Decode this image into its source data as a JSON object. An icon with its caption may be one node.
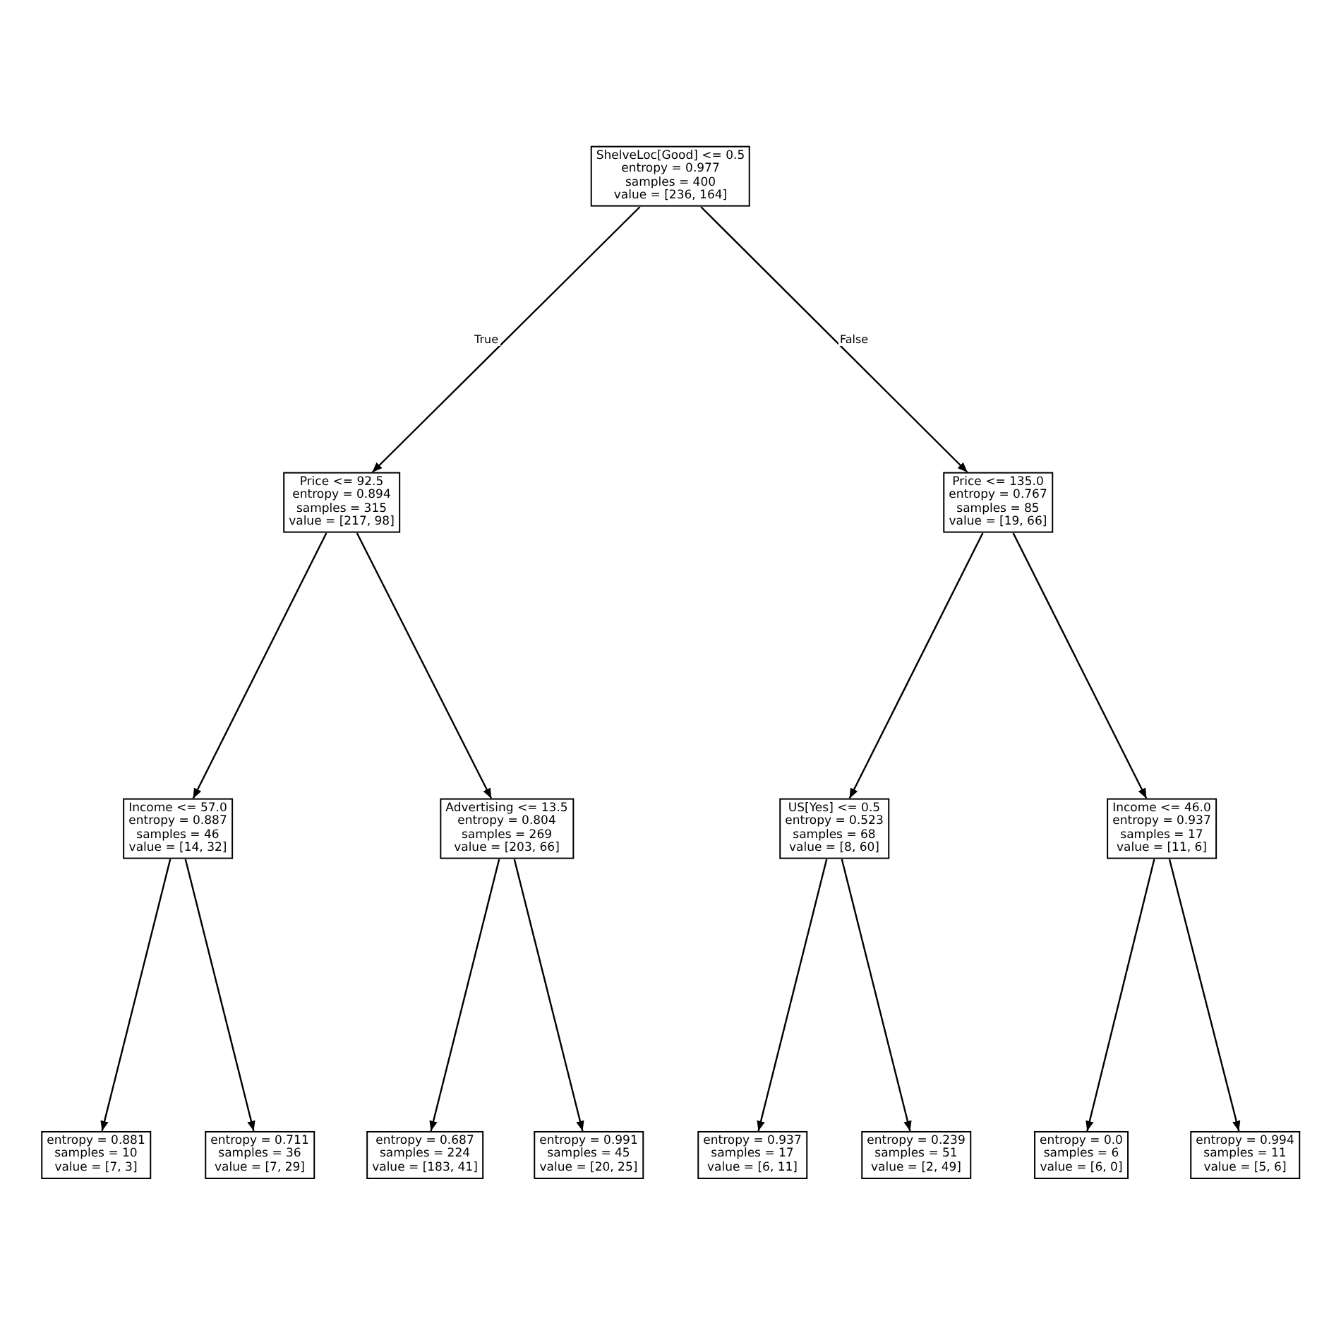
{
  "diagram": {
    "nodes": [
      {
        "text": [
          "ShelveLoc[Good] <= 0.5",
          "entropy = 0.977",
          "samples = 400",
          "value = [236, 164]"
        ]
      },
      {
        "text": [
          "Price <= 92.5",
          "entropy = 0.894",
          "samples = 315",
          "value = [217, 98]"
        ]
      },
      {
        "text": [
          "Price <= 135.0",
          "entropy = 0.767",
          "samples = 85",
          "value = [19, 66]"
        ]
      },
      {
        "text": [
          "Income <= 57.0",
          "entropy = 0.887",
          "samples = 46",
          "value = [14, 32]"
        ]
      },
      {
        "text": [
          "Advertising <= 13.5",
          "entropy = 0.804",
          "samples = 269",
          "value = [203, 66]"
        ]
      },
      {
        "text": [
          "US[Yes] <= 0.5",
          "entropy = 0.523",
          "samples = 68",
          "value = [8, 60]"
        ]
      },
      {
        "text": [
          "Income <= 46.0",
          "entropy = 0.937",
          "samples = 17",
          "value = [11, 6]"
        ]
      },
      {
        "text": [
          "entropy = 0.881",
          "samples = 10",
          "value = [7, 3]"
        ]
      },
      {
        "text": [
          "entropy = 0.711",
          "samples = 36",
          "value = [7, 29]"
        ]
      },
      {
        "text": [
          "entropy = 0.687",
          "samples = 224",
          "value = [183, 41]"
        ]
      },
      {
        "text": [
          "entropy = 0.991",
          "samples = 45",
          "value = [20, 25]"
        ]
      },
      {
        "text": [
          "entropy = 0.937",
          "samples = 17",
          "value = [6, 11]"
        ]
      },
      {
        "text": [
          "entropy = 0.239",
          "samples = 51",
          "value = [2, 49]"
        ]
      },
      {
        "text": [
          "entropy = 0.0",
          "samples = 6",
          "value = [6, 0]"
        ]
      },
      {
        "text": [
          "entropy = 0.994",
          "samples = 11",
          "value = [5, 6]"
        ]
      }
    ],
    "edges": [
      {
        "from": 0,
        "to": 1,
        "arrow": "to",
        "label": "True"
      },
      {
        "from": 0,
        "to": 2,
        "arrow": "to",
        "label": "False"
      },
      {
        "from": 1,
        "to": 3,
        "arrow": "to"
      },
      {
        "from": 1,
        "to": 4,
        "arrow": "to"
      },
      {
        "from": 2,
        "to": 5,
        "arrow": "to"
      },
      {
        "from": 2,
        "to": 6,
        "arrow": "to"
      },
      {
        "from": 3,
        "to": 7,
        "arrow": "to"
      },
      {
        "from": 3,
        "to": 8,
        "arrow": "to"
      },
      {
        "from": 4,
        "to": 9,
        "arrow": "to"
      },
      {
        "from": 4,
        "to": 10,
        "arrow": "to"
      },
      {
        "from": 5,
        "to": 11,
        "arrow": "to"
      },
      {
        "from": 5,
        "to": 12,
        "arrow": "to"
      },
      {
        "from": 6,
        "to": 13,
        "arrow": "to"
      },
      {
        "from": 6,
        "to": 14,
        "arrow": "to"
      }
    ]
  }
}
